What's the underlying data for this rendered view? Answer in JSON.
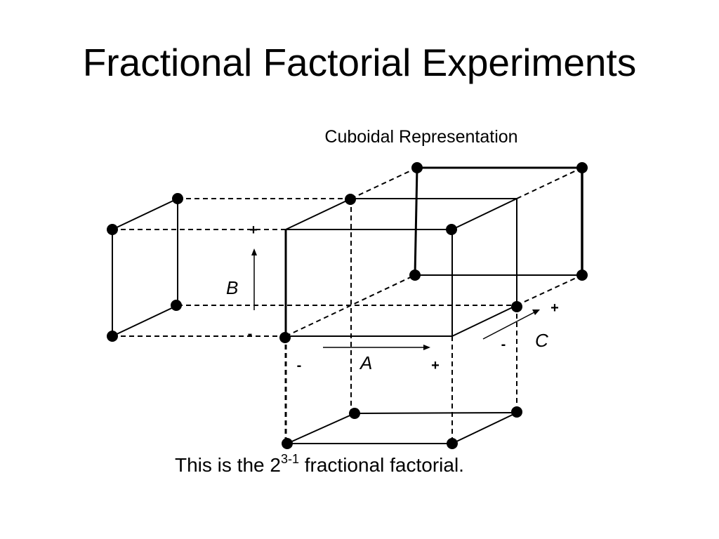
{
  "slide": {
    "title": "Fractional Factorial Experiments"
  },
  "diagram": {
    "heading": "Cuboidal Representation",
    "axes": {
      "a": {
        "label": "A",
        "minus": "-",
        "plus": "+"
      },
      "b": {
        "label": "B",
        "minus": "-",
        "plus": "+"
      },
      "c": {
        "label": "C",
        "minus": "-",
        "plus": "+"
      }
    },
    "caption": {
      "prefix": "This is the 2",
      "superscript": "3-1",
      "suffix": " fractional factorial."
    },
    "colors": {
      "ink": "#000000",
      "background": "#ffffff"
    }
  }
}
